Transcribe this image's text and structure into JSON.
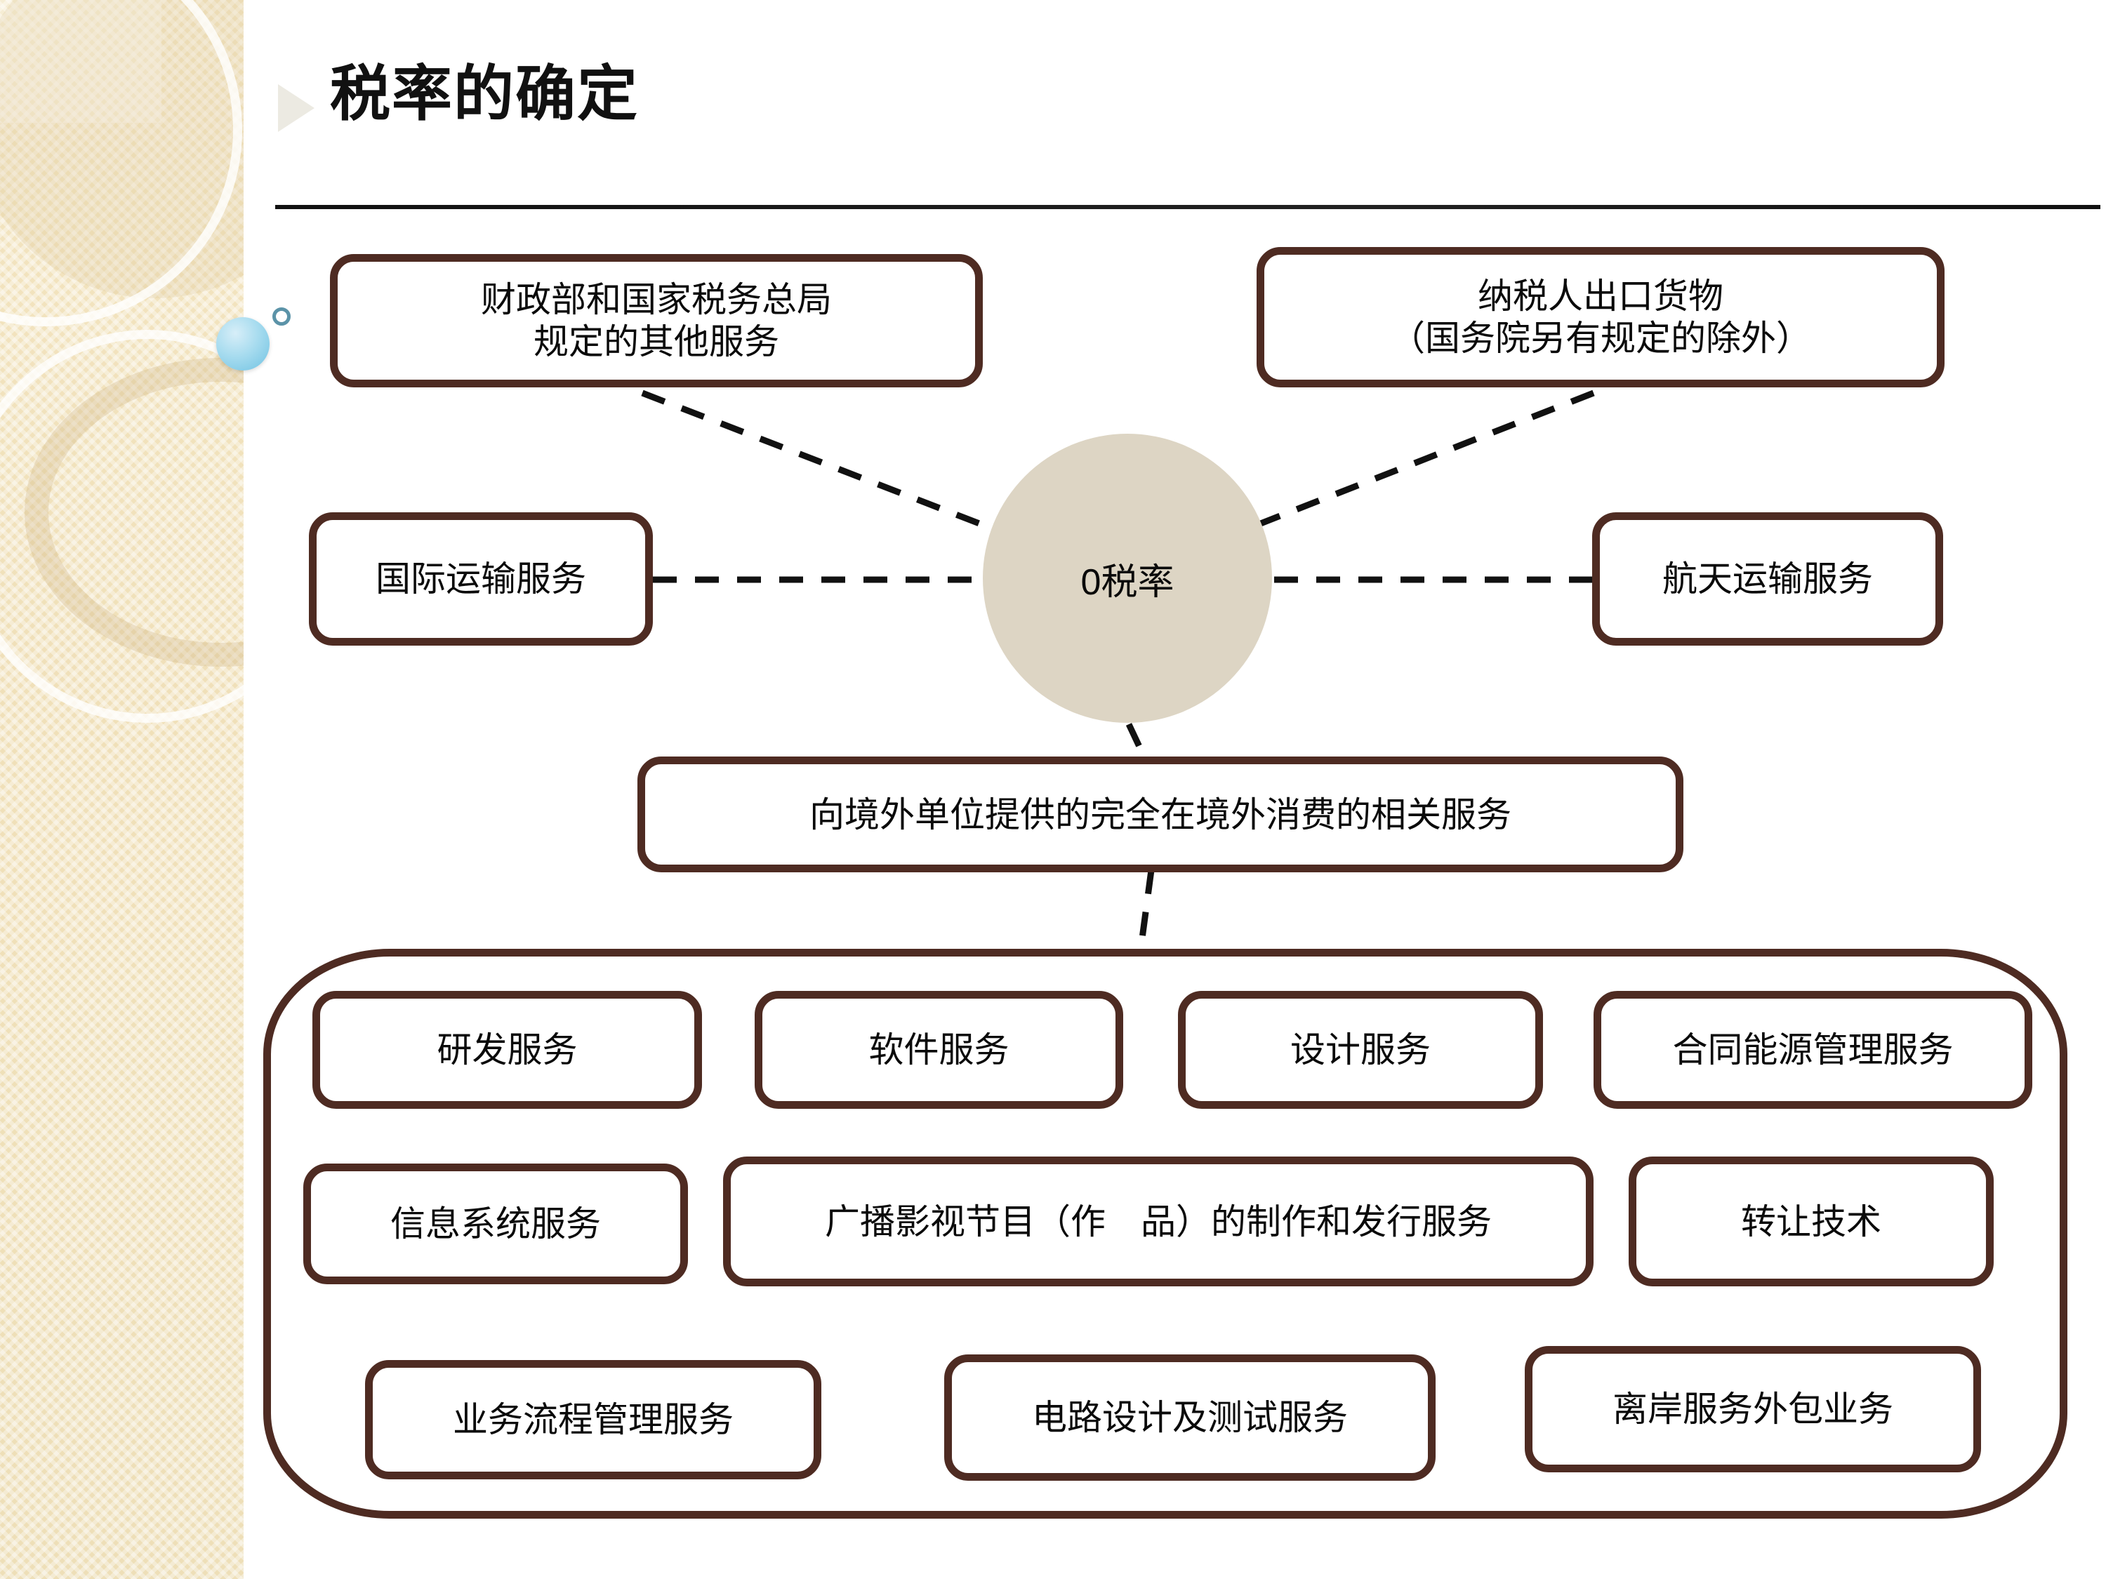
{
  "slide": {
    "title": "税率的确定",
    "bullet_icon": "triangle-right-icon"
  },
  "colors": {
    "node_border": "#4E2B22",
    "hub_fill": "#DDD5C4",
    "band_fill": "#F0E0B9",
    "bubble_blue": "#A8DCEF",
    "bubble_ring": "#5B93A8",
    "text": "#0A0A0A",
    "rule": "#111111"
  },
  "diagram": {
    "hub_label": "0税率",
    "nodes": {
      "top_left": "财政部和国家税务总局\n规定的其他服务",
      "top_left_line1": "财政部和国家税务总局",
      "top_left_line2": "规定的其他服务",
      "top_right_line1": "纳税人出口货物",
      "top_right_line2": "（国务院另有规定的除外）",
      "left": "国际运输服务",
      "right": "航天运输服务",
      "bottom": "向境外单位提供的完全在境外消费的相关服务"
    },
    "service_group": {
      "rows": [
        [
          {
            "label": "研发服务"
          },
          {
            "label": "软件服务"
          },
          {
            "label": "设计服务"
          },
          {
            "label": "合同能源管理服务"
          }
        ],
        [
          {
            "label": "信息系统服务"
          },
          {
            "label": "广播影视节目（作　品）的制作和发行服务"
          },
          {
            "label": "转让技术"
          }
        ],
        [
          {
            "label": "业务流程管理服务"
          },
          {
            "label": "电路设计及测试服务"
          },
          {
            "label": "离岸服务外包业务"
          }
        ]
      ]
    }
  }
}
